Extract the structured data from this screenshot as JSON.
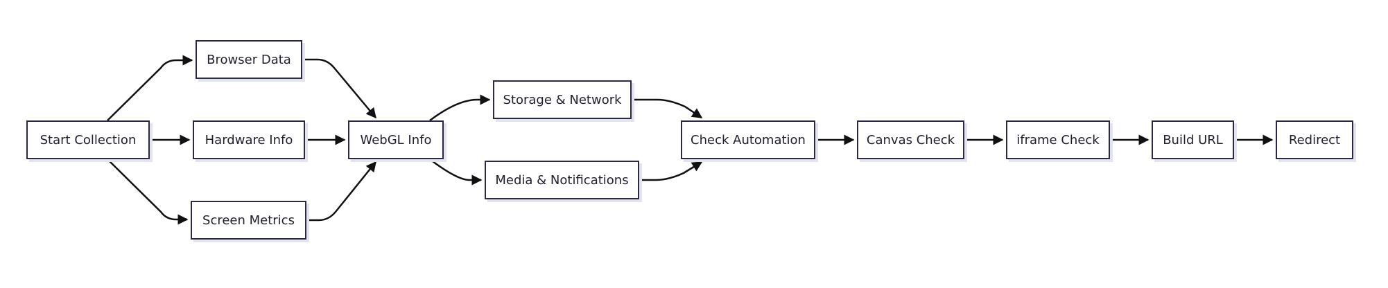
{
  "nodes": {
    "start": "Start Collection",
    "browser": "Browser Data",
    "hardware": "Hardware Info",
    "screen": "Screen Metrics",
    "webgl": "WebGL Info",
    "storage": "Storage & Network",
    "media": "Media & Notifications",
    "automation": "Check Automation",
    "canvas": "Canvas Check",
    "iframe": "iframe Check",
    "build_url": "Build URL",
    "redirect": "Redirect"
  },
  "edges": [
    [
      "start",
      "browser"
    ],
    [
      "start",
      "hardware"
    ],
    [
      "start",
      "screen"
    ],
    [
      "browser",
      "webgl"
    ],
    [
      "hardware",
      "webgl"
    ],
    [
      "screen",
      "webgl"
    ],
    [
      "webgl",
      "storage"
    ],
    [
      "webgl",
      "media"
    ],
    [
      "storage",
      "automation"
    ],
    [
      "media",
      "automation"
    ],
    [
      "automation",
      "canvas"
    ],
    [
      "canvas",
      "iframe"
    ],
    [
      "iframe",
      "build_url"
    ],
    [
      "build_url",
      "redirect"
    ]
  ],
  "colors": {
    "node_border": "#2b2a44",
    "node_fill": "#ffffff",
    "edge": "#111111",
    "text": "#1f1f2e"
  }
}
